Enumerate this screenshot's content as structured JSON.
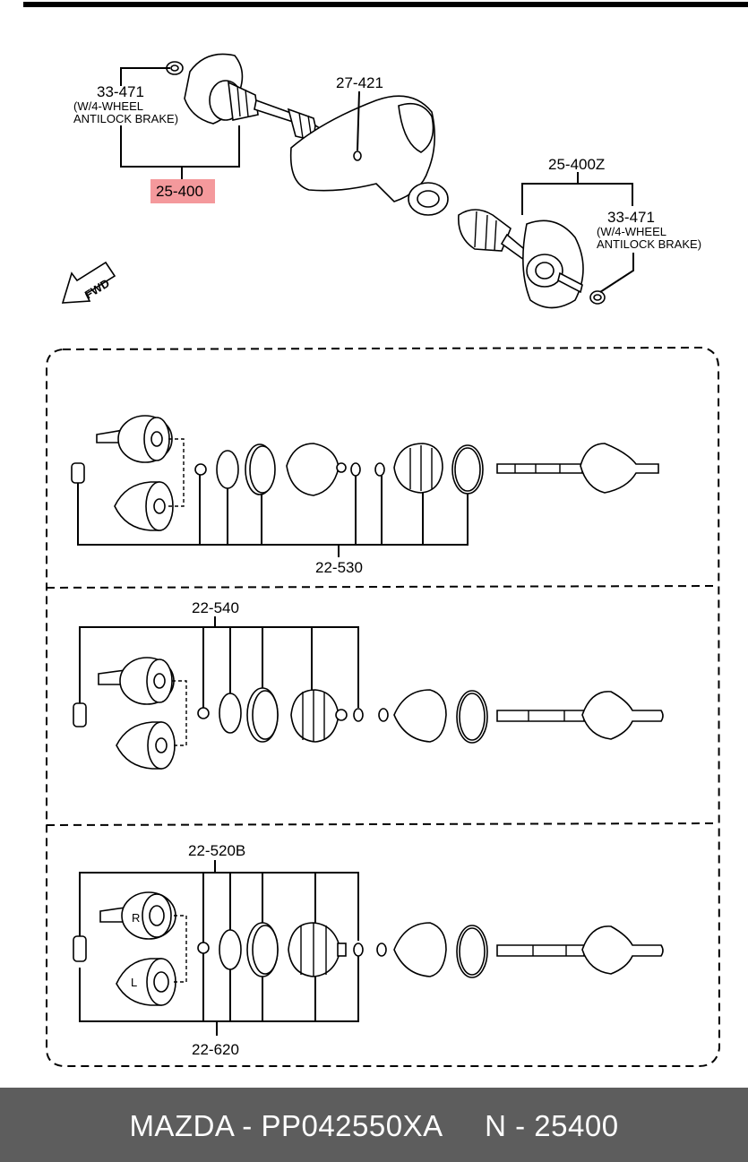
{
  "callouts": {
    "c33471_left": {
      "num": "33-471",
      "note1": "(W/4-WHEEL",
      "note2": "ANTILOCK BRAKE)"
    },
    "c27421": "27-421",
    "c25400": "25-400",
    "c25400z": "25-400Z",
    "c33471_right": {
      "num": "33-471",
      "note1": "(W/4-WHEEL",
      "note2": "ANTILOCK BRAKE)"
    },
    "fwd": "FWD"
  },
  "panels": {
    "p1": {
      "group_label": "22-530"
    },
    "p2": {
      "group_label": "22-540"
    },
    "p3": {
      "group_label_top": "22-520B",
      "group_label_bottom": "22-620",
      "mark_r": "R",
      "mark_l": "L"
    }
  },
  "highlight": {
    "target": "25-400",
    "color": "#f4999c"
  },
  "footer": {
    "text": "MAZDA - PP042550XA     N - 25400",
    "background": "#5d5d5d",
    "color": "#ffffff"
  }
}
